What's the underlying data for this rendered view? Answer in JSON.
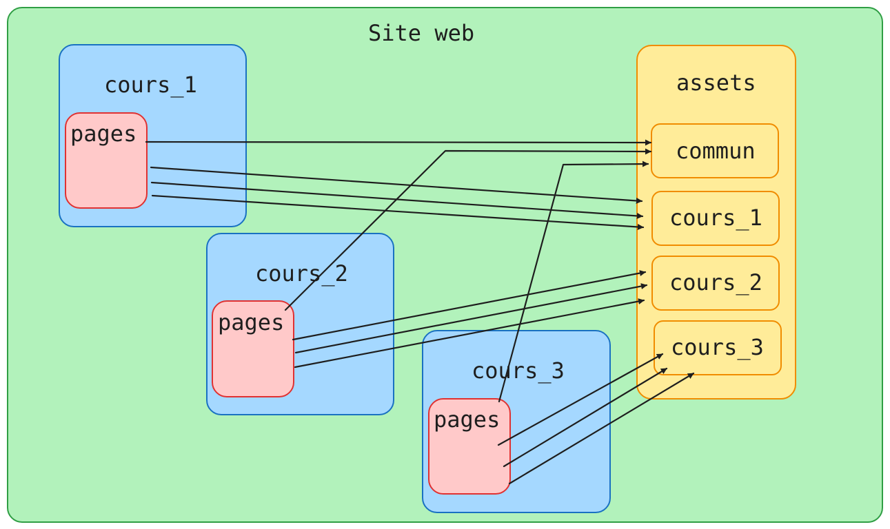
{
  "title": "Site web",
  "courses": [
    {
      "label": "cours_1",
      "pages_label": "pages"
    },
    {
      "label": "cours_2",
      "pages_label": "pages"
    },
    {
      "label": "cours_3",
      "pages_label": "pages"
    }
  ],
  "assets": {
    "label": "assets",
    "items": [
      "commun",
      "cours_1",
      "cours_2",
      "cours_3"
    ]
  },
  "links": [
    {
      "from": "cours_1/pages",
      "to": "assets/commun"
    },
    {
      "from": "cours_1/pages",
      "to": "assets/cours_1"
    },
    {
      "from": "cours_1/pages",
      "to": "assets/cours_1"
    },
    {
      "from": "cours_1/pages",
      "to": "assets/cours_1"
    },
    {
      "from": "cours_2/pages",
      "to": "assets/commun"
    },
    {
      "from": "cours_2/pages",
      "to": "assets/cours_2"
    },
    {
      "from": "cours_2/pages",
      "to": "assets/cours_2"
    },
    {
      "from": "cours_2/pages",
      "to": "assets/cours_2"
    },
    {
      "from": "cours_3/pages",
      "to": "assets/commun"
    },
    {
      "from": "cours_3/pages",
      "to": "assets/cours_3"
    },
    {
      "from": "cours_3/pages",
      "to": "assets/cours_3"
    },
    {
      "from": "cours_3/pages",
      "to": "assets/cours_3"
    }
  ],
  "colors": {
    "site_fill": "#b2f2bb",
    "site_stroke": "#2f9e44",
    "course_fill": "#a5d8ff",
    "course_stroke": "#1971c2",
    "pages_fill": "#ffc9c9",
    "pages_stroke": "#e03131",
    "assets_fill": "#ffec99",
    "assets_stroke": "#f08c00",
    "arrow": "#1e1e1e"
  }
}
